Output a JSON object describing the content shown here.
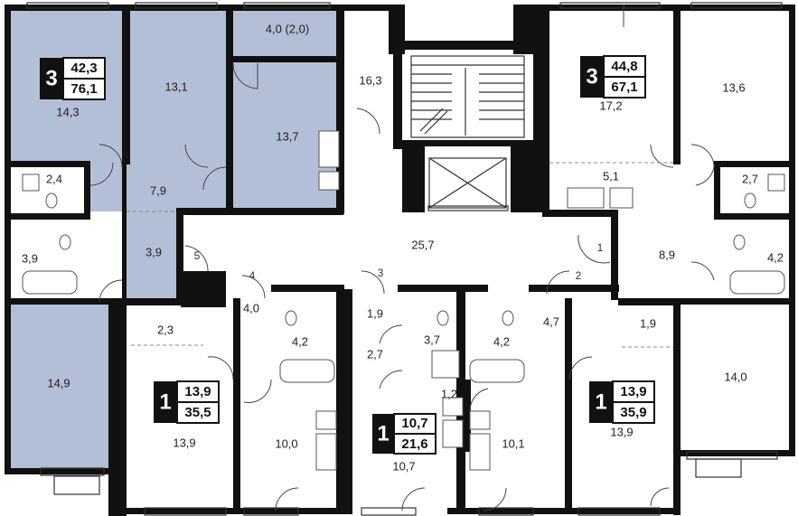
{
  "colors": {
    "highlight_apartment": "#b3bfd6",
    "wall": "#111111",
    "background": "#ffffff"
  },
  "apartments": [
    {
      "rooms": "3",
      "living_area": "42,3",
      "total_area": "76,1",
      "highlighted": true
    },
    {
      "rooms": "3",
      "living_area": "44,8",
      "total_area": "67,1",
      "highlighted": false
    },
    {
      "rooms": "1",
      "living_area": "13,9",
      "total_area": "35,5",
      "highlighted": false
    },
    {
      "rooms": "1",
      "living_area": "10,7",
      "total_area": "21,6",
      "highlighted": false
    },
    {
      "rooms": "1",
      "living_area": "13,9",
      "total_area": "35,9",
      "highlighted": false
    }
  ],
  "rooms": [
    "14,3",
    "13,1",
    "4,0 (2,0)",
    "13,7",
    "16,3",
    "17,2",
    "13,6",
    "2,4",
    "7,9",
    "5,1",
    "2,7",
    "3,9",
    "3,9",
    "25,7",
    "8,9",
    "4,2",
    "14,9",
    "4,0",
    "2,3",
    "4,2",
    "1,9",
    "3,7",
    "2,7",
    "4,2",
    "4,7",
    "1,9",
    "1,2",
    "14,0",
    "10,0",
    "13,9",
    "10,7",
    "10,1",
    "13,9"
  ],
  "doors": [
    "5",
    "4",
    "3",
    "2",
    "1"
  ]
}
